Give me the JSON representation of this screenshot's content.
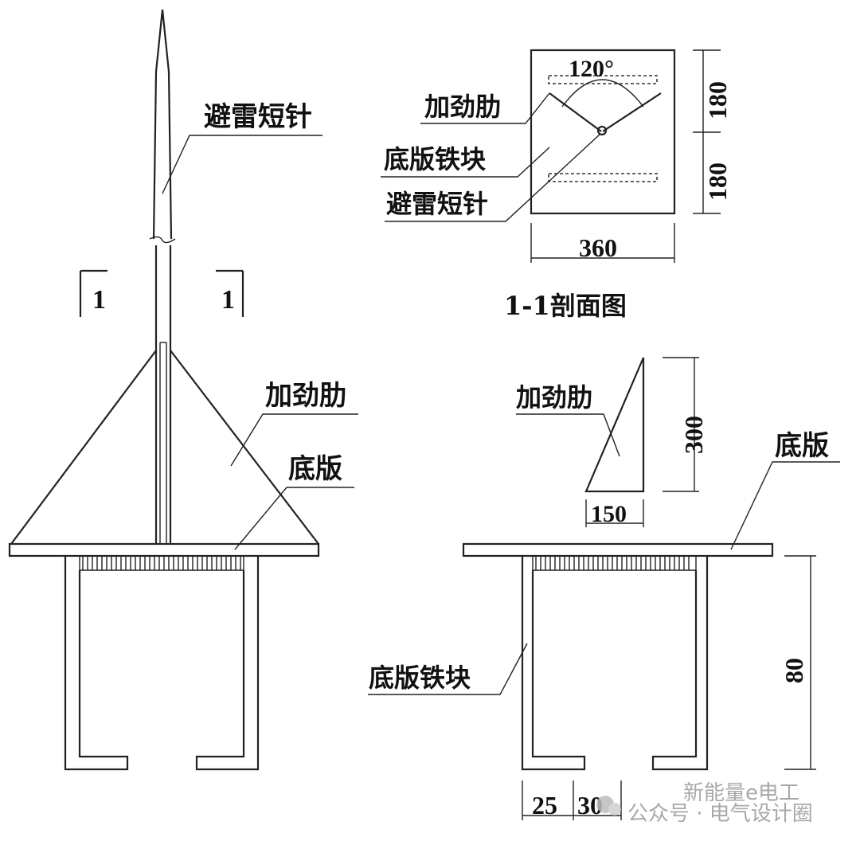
{
  "labels": {
    "rod_left": "避雷短针",
    "rib_left": "加劲肋",
    "plate_left": "底版",
    "section_mark_left": "1",
    "section_mark_right": "1",
    "sec_rib": "加劲肋",
    "sec_block": "底版铁块",
    "sec_rod": "避雷短针",
    "section_title": "1-1剖面图",
    "rib_detail": "加劲肋",
    "plate_right": "底版",
    "block_right": "底版铁块"
  },
  "dimensions": {
    "angle": "120°",
    "sec_upper": "180",
    "sec_lower": "180",
    "sec_width": "360",
    "rib_height": "300",
    "rib_width": "150",
    "clamp_height": "80",
    "clamp_gap": "25",
    "clamp_width": "30"
  },
  "watermark": {
    "line1": "新能量e电工",
    "line2": "公众号 · 电气设计圈"
  }
}
